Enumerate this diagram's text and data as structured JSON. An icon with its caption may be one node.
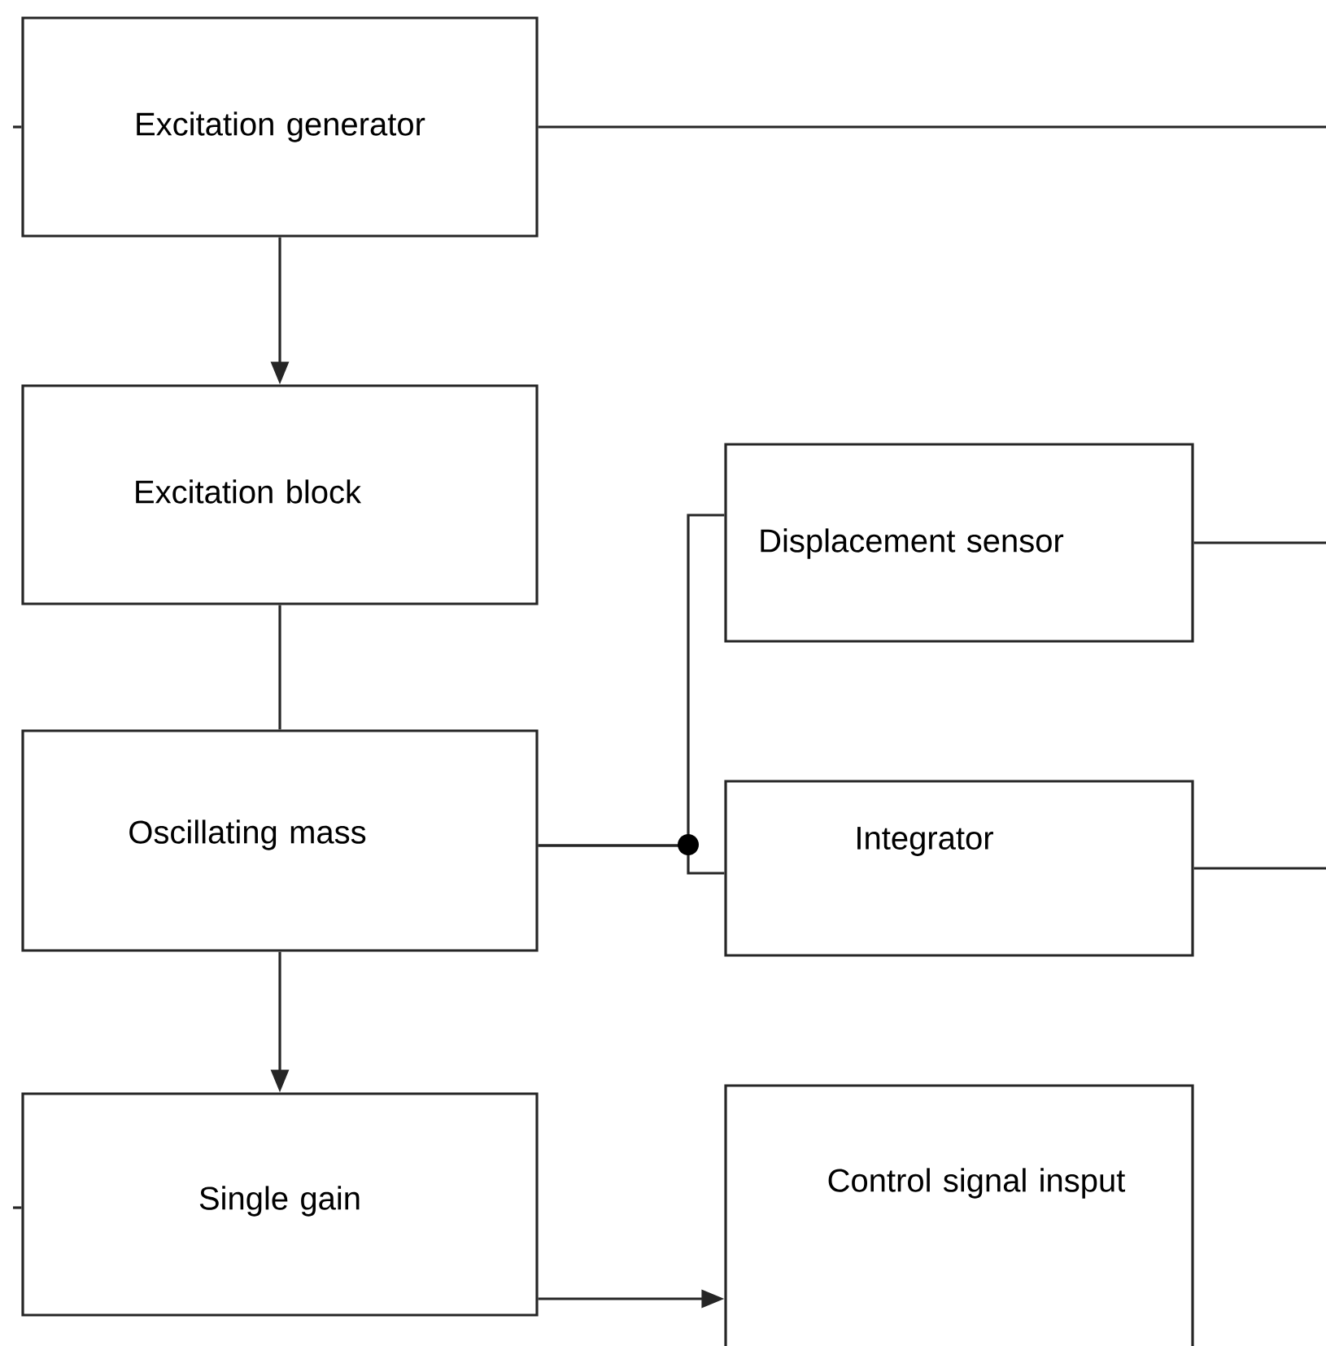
{
  "diagram": {
    "nodes": [
      {
        "text": [
          "Excitation generator"
        ]
      },
      {
        "text": [
          "Excitation block"
        ]
      },
      {
        "text": [
          "Displacement sensor"
        ]
      },
      {
        "text": [
          "Oscillating mass"
        ]
      },
      {
        "text": [
          "Integrator"
        ]
      },
      {
        "text": [
          "Single gain"
        ]
      },
      {
        "text": [
          "Control signal insput"
        ]
      }
    ],
    "edges": [
      {
        "from": null,
        "to": 0,
        "arrow": "none"
      },
      {
        "from": 0,
        "to": null,
        "arrow": "none"
      },
      {
        "from": 0,
        "to": 1,
        "arrow": "to"
      },
      {
        "from": 1,
        "to": 3,
        "arrow": "none"
      },
      {
        "from": 3,
        "to": 2,
        "arrow": "none"
      },
      {
        "from": 3,
        "to": 4,
        "arrow": "none"
      },
      {
        "from": 2,
        "to": null,
        "arrow": "none"
      },
      {
        "from": 4,
        "to": null,
        "arrow": "none"
      },
      {
        "from": 3,
        "to": 5,
        "arrow": "to"
      },
      {
        "from": null,
        "to": 5,
        "arrow": "none"
      },
      {
        "from": 5,
        "to": 6,
        "arrow": "to"
      }
    ]
  }
}
